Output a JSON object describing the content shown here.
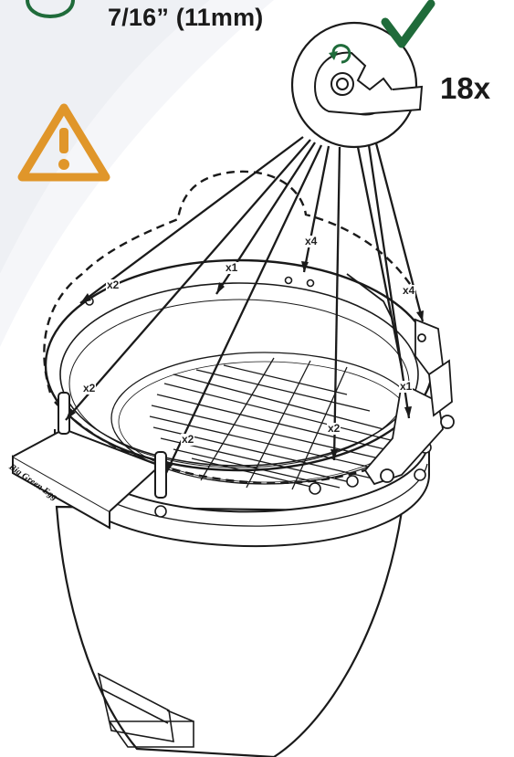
{
  "header": {
    "tool_size": "7/16” (11mm)",
    "bolt_count": "18x"
  },
  "icons": {
    "warning": "warning-triangle-icon",
    "check": "checkmark-icon",
    "wrench": "wrench-icon",
    "rotation": "rotate-clockwise-icon"
  },
  "callouts": {
    "q_left_top": "x2",
    "q_band_top": "x1",
    "q_back": "x4",
    "q_right_top": "x4",
    "q_left_mid": "x2",
    "q_right_mid": "x1",
    "q_grid_left": "x2",
    "q_grid_right": "x2"
  },
  "brand": "Big Green Egg",
  "colors": {
    "accent_green": "#1f6b3a",
    "warning_orange": "#e0962a",
    "background_shape": "#eef0f4",
    "line": "#1a1a1a"
  }
}
